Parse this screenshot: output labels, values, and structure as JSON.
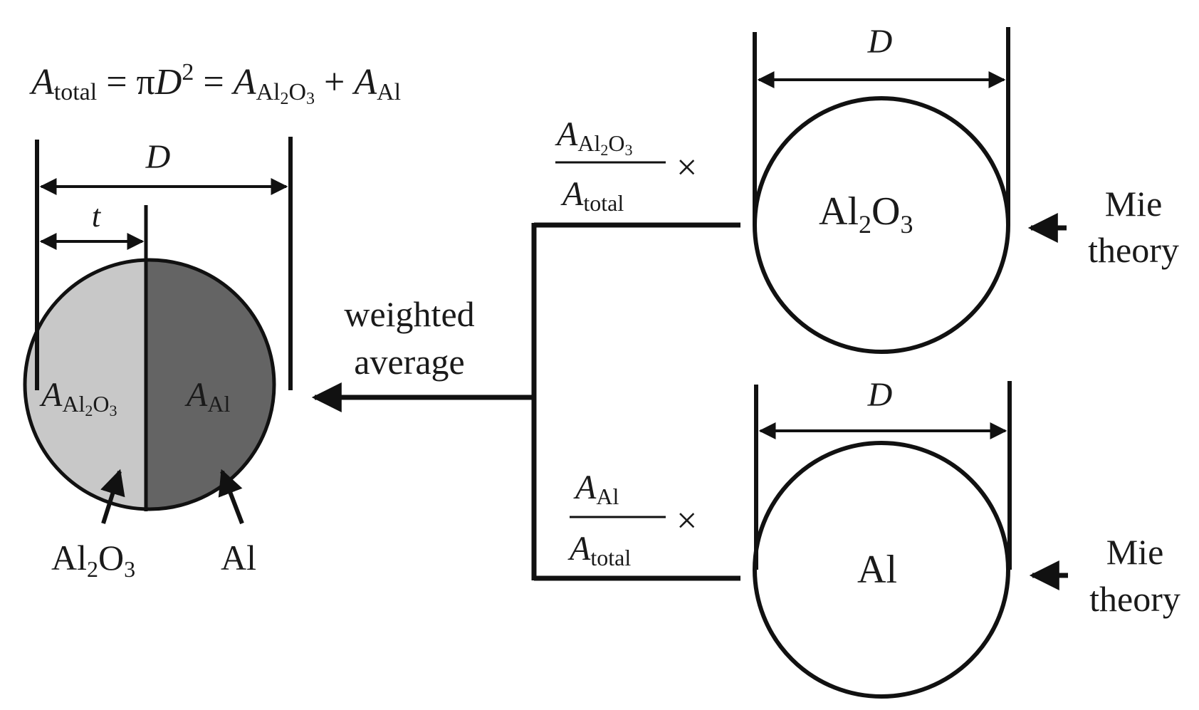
{
  "colors": {
    "oxide_fill": "#c8c8c8",
    "metal_fill": "#646464",
    "line": "#111111",
    "background": "#ffffff"
  },
  "equation": {
    "A": "A",
    "total": "total",
    "eq1": " = π",
    "D": "D",
    "sq": "2",
    "eq2": " = ",
    "al": "Al",
    "two": "2",
    "o": "O",
    "three": "3",
    "plus": " + ",
    "al_only": "Al"
  },
  "left_particle": {
    "diameter_label": "D",
    "thickness_label": "t",
    "oxide_area": {
      "A": "A",
      "al": "Al",
      "two": "2",
      "o": "O",
      "three": "3"
    },
    "metal_area": {
      "A": "A",
      "al": "Al"
    },
    "oxide_pointer": {
      "al": "Al",
      "two": "2",
      "o": "O",
      "three": "3"
    },
    "metal_pointer": "Al"
  },
  "merge_label": {
    "line1": "weighted",
    "line2": "average"
  },
  "upper_fraction": {
    "num": {
      "A": "A",
      "al": "Al",
      "two": "2",
      "o": "O",
      "three": "3"
    },
    "den": {
      "A": "A",
      "total": "total"
    },
    "times": "×"
  },
  "lower_fraction": {
    "num": {
      "A": "A",
      "al": "Al"
    },
    "den": {
      "A": "A",
      "total": "total"
    },
    "times": "×"
  },
  "upper_particle": {
    "diameter_label": "D",
    "material": {
      "al": "Al",
      "two": "2",
      "o": "O",
      "three": "3"
    },
    "method": {
      "line1": "Mie",
      "line2": "theory"
    }
  },
  "lower_particle": {
    "diameter_label": "D",
    "material": "Al",
    "method": {
      "line1": "Mie",
      "line2": "theory"
    }
  }
}
